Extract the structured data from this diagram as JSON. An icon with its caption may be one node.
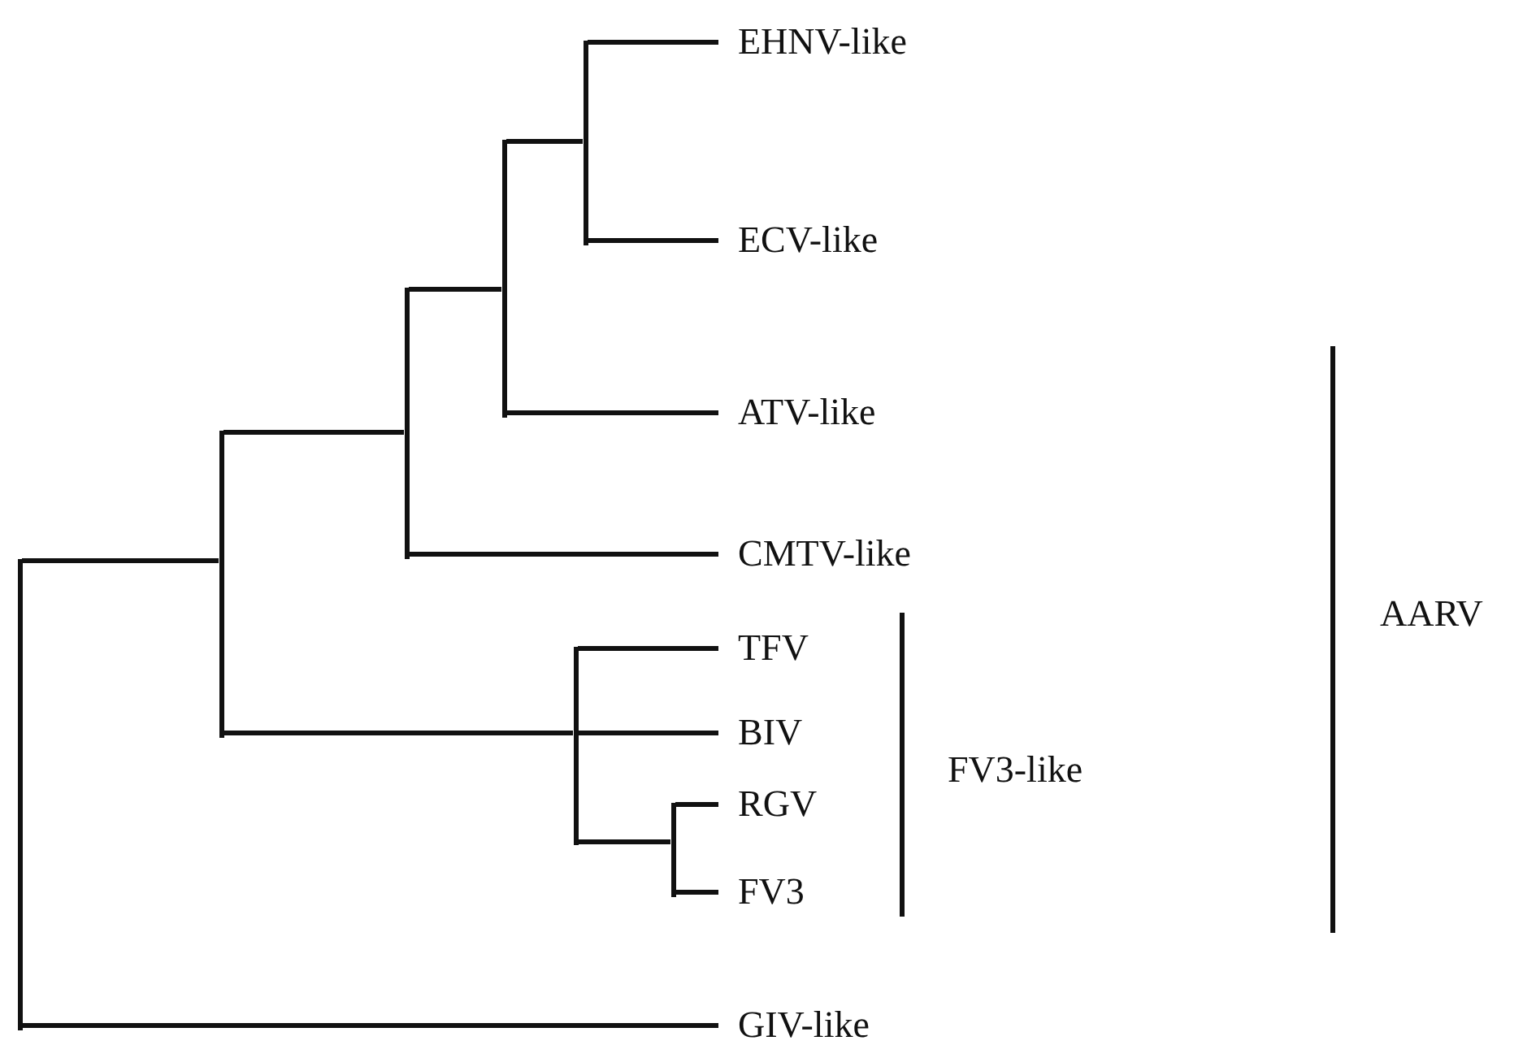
{
  "diagram": {
    "nodes": [
      {
        "text": [
          "EHNV-like"
        ]
      },
      {
        "text": [
          "ECV-like"
        ]
      },
      {
        "text": [
          "ATV-like"
        ]
      },
      {
        "text": [
          "CMTV-like"
        ]
      },
      {
        "text": [
          "TFV"
        ]
      },
      {
        "text": [
          "BIV"
        ]
      },
      {
        "text": [
          "RGV"
        ]
      },
      {
        "text": [
          "FV3"
        ]
      },
      {
        "text": [
          "GIV-like"
        ]
      },
      {
        "text": [],
        "shape": "bar"
      },
      {
        "text": [],
        "shape": "bar"
      },
      {
        "text": [],
        "shape": "bar"
      },
      {
        "text": [],
        "shape": "bar"
      },
      {
        "text": [],
        "shape": "bar"
      },
      {
        "text": [],
        "shape": "bar"
      },
      {
        "text": [],
        "shape": "bar"
      }
    ],
    "edges": [
      {
        "from": 9,
        "to": 10,
        "arrow": "none"
      },
      {
        "from": 9,
        "to": 8,
        "arrow": "none"
      },
      {
        "from": 10,
        "to": 11,
        "arrow": "none"
      },
      {
        "from": 10,
        "to": 13,
        "arrow": "none"
      },
      {
        "from": 11,
        "to": 3,
        "arrow": "none"
      },
      {
        "from": 11,
        "to": 12,
        "arrow": "none"
      },
      {
        "from": 12,
        "to": 2,
        "arrow": "none"
      },
      {
        "from": 12,
        "to": 14,
        "arrow": "none"
      },
      {
        "from": 14,
        "to": 0,
        "arrow": "none"
      },
      {
        "from": 14,
        "to": 1,
        "arrow": "none"
      },
      {
        "from": 13,
        "to": 4,
        "arrow": "none"
      },
      {
        "from": 13,
        "to": 5,
        "arrow": "none"
      },
      {
        "from": 13,
        "to": 15,
        "arrow": "none"
      },
      {
        "from": 15,
        "to": 6,
        "arrow": "none"
      },
      {
        "from": 15,
        "to": 7,
        "arrow": "none"
      }
    ],
    "labels": [
      "AARV",
      "FV3-like"
    ]
  }
}
